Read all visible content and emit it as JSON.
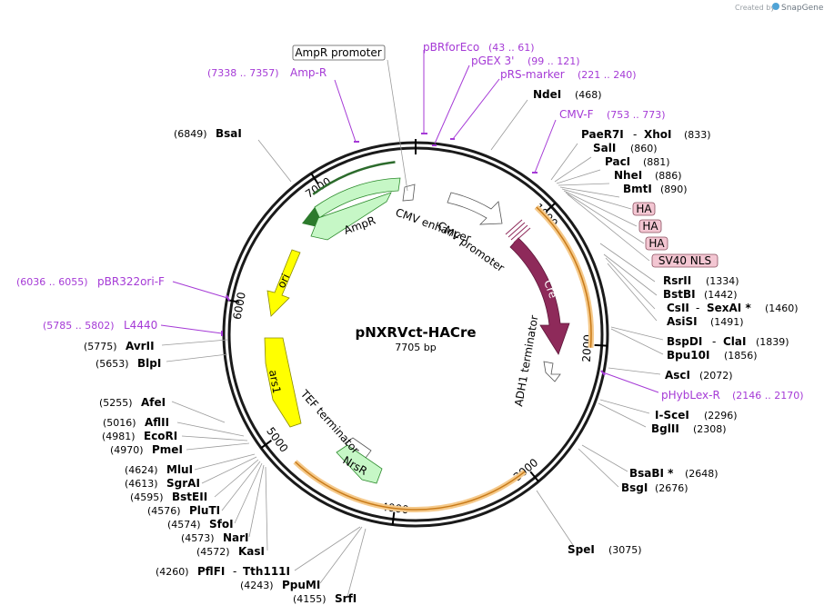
{
  "brand": {
    "created_by": "Created by",
    "name": "SnapGene"
  },
  "plasmid": {
    "name": "pNXRVct-HACre",
    "length": "7705 bp"
  },
  "ticks": [
    "1000",
    "2000",
    "3000",
    "4000",
    "5000",
    "6000",
    "7000"
  ],
  "features": {
    "ampr_promoter": "AmpR promoter",
    "cmv_enhancer": "CMV enhancer",
    "cmv_promoter": "CMV promoter",
    "ampr": "AmpR",
    "ori": "ori",
    "cre": "Cre",
    "adh1": "ADH1 terminator",
    "ars1": "ars1",
    "tef": "TEF terminator",
    "nrsr": "NrsR",
    "ha1": "HA",
    "ha2": "HA",
    "ha3": "HA",
    "sv40": "SV40 NLS"
  },
  "primers": {
    "pbrforeco": {
      "name": "pBRforEco",
      "range": "(43 .. 61)"
    },
    "pgex": {
      "name": "pGEX 3'",
      "range": "(99 .. 121)"
    },
    "prs": {
      "name": "pRS-marker",
      "range": "(221 .. 240)"
    },
    "ampr": {
      "name": "Amp-R",
      "range": "(7338 .. 7357)"
    },
    "cmvf": {
      "name": "CMV-F",
      "range": "(753 .. 773)"
    },
    "pbr322": {
      "name": "pBR322ori-F",
      "range": "(6036 .. 6055)"
    },
    "l4440": {
      "name": "L4440",
      "range": "(5785 .. 5802)"
    },
    "phyblex": {
      "name": "pHybLex-R",
      "range": "(2146 .. 2170)"
    }
  },
  "sites": {
    "ndei": {
      "name": "NdeI",
      "pos": "(468)"
    },
    "bsai": {
      "name": "BsaI",
      "pos": "(6849)"
    },
    "paer7i": {
      "name": "PaeR7I",
      "name2": "XhoI",
      "pos": "(833)"
    },
    "sali": {
      "name": "SalI",
      "pos": "(860)"
    },
    "paci": {
      "name": "PacI",
      "pos": "(881)"
    },
    "nhei": {
      "name": "NheI",
      "pos": "(886)"
    },
    "bmti": {
      "name": "BmtI",
      "pos": "(890)"
    },
    "rsrii": {
      "name": "RsrII",
      "pos": "(1334)"
    },
    "bstbi": {
      "name": "BstBI",
      "pos": "(1442)"
    },
    "csii": {
      "name": "CsII",
      "name2": "SexAI *",
      "pos": "(1460)"
    },
    "asisi": {
      "name": "AsiSI",
      "pos": "(1491)"
    },
    "bspdi": {
      "name": "BspDI",
      "name2": "ClaI",
      "pos": "(1839)"
    },
    "bpu10i": {
      "name": "Bpu10I",
      "pos": "(1856)"
    },
    "asci": {
      "name": "AscI",
      "pos": "(2072)"
    },
    "iscei": {
      "name": "I-SceI",
      "pos": "(2296)"
    },
    "bglii": {
      "name": "BglII",
      "pos": "(2308)"
    },
    "bsabi": {
      "name": "BsaBI *",
      "pos": "(2648)"
    },
    "bsgi": {
      "name": "BsgI",
      "pos": "(2676)"
    },
    "spei": {
      "name": "SpeI",
      "pos": "(3075)"
    },
    "avrii": {
      "name": "AvrII",
      "pos": "(5775)"
    },
    "blpi": {
      "name": "BlpI",
      "pos": "(5653)"
    },
    "afei": {
      "name": "AfeI",
      "pos": "(5255)"
    },
    "aflii": {
      "name": "AflII",
      "pos": "(5016)"
    },
    "ecori": {
      "name": "EcoRI",
      "pos": "(4981)"
    },
    "pmei": {
      "name": "PmeI",
      "pos": "(4970)"
    },
    "mlui": {
      "name": "MluI",
      "pos": "(4624)"
    },
    "sgrai": {
      "name": "SgrAI",
      "pos": "(4613)"
    },
    "bsteii": {
      "name": "BstEII",
      "pos": "(4595)"
    },
    "pluti": {
      "name": "PluTI",
      "pos": "(4576)"
    },
    "sfoi": {
      "name": "SfoI",
      "pos": "(4574)"
    },
    "nari": {
      "name": "NarI",
      "pos": "(4573)"
    },
    "kasi": {
      "name": "KasI",
      "pos": "(4572)"
    },
    "pflfi": {
      "name": "PflFI",
      "name2": "Tth111I",
      "pos": "(4260)"
    },
    "ppumi": {
      "name": "PpuMI",
      "pos": "(4243)"
    },
    "srfi": {
      "name": "SrfI",
      "pos": "(4155)"
    }
  },
  "colors": {
    "backbone": "#1a1a1a",
    "cre": "#8e2a5a",
    "ampr_fill": "#c6f7c6",
    "ampr_line": "#2c8a2c",
    "ori": "#ffff00",
    "orf_band": "#f5c98a",
    "primer": "#a53ad6",
    "tag_fill": "#f3c6d2"
  }
}
